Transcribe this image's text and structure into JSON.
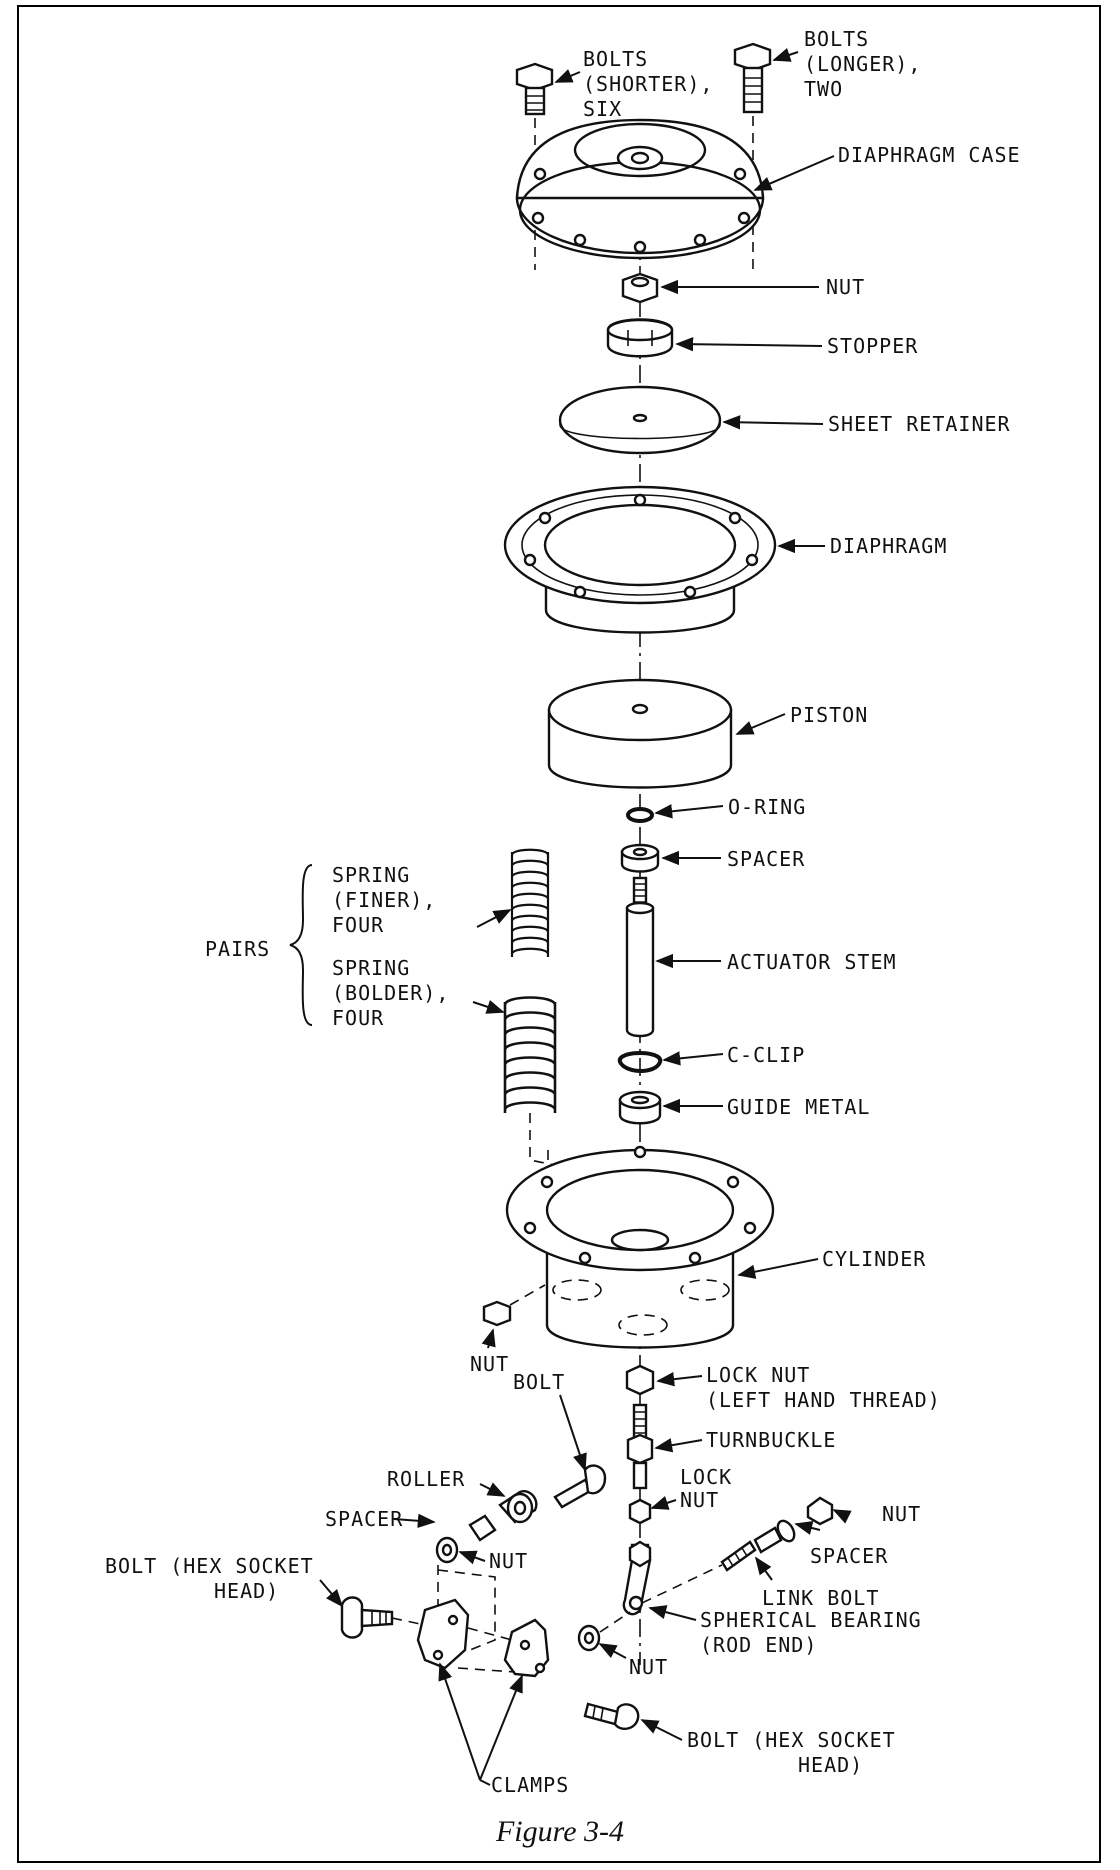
{
  "labels": {
    "bolts_shorter": [
      "BOLTS",
      "(SHORTER),",
      "SIX"
    ],
    "bolts_longer": [
      "BOLTS",
      "(LONGER),",
      "TWO"
    ],
    "diaphragm_case": "DIAPHRAGM CASE",
    "nut_top": "NUT",
    "stopper": "STOPPER",
    "sheet_retainer": "SHEET RETAINER",
    "diaphragm": "DIAPHRAGM",
    "piston": "PISTON",
    "o_ring": "O-RING",
    "spacer_mid": "SPACER",
    "spring_finer": [
      "SPRING",
      "(FINER),",
      "FOUR"
    ],
    "spring_bolder": [
      "SPRING",
      "(BOLDER),",
      "FOUR"
    ],
    "pairs": "PAIRS",
    "actuator_stem": "ACTUATOR STEM",
    "c_clip": "C-CLIP",
    "guide_metal": "GUIDE METAL",
    "cylinder": "CYLINDER",
    "nut_left": "NUT",
    "lock_nut_left": [
      "LOCK NUT",
      "(LEFT HAND THREAD)"
    ],
    "turnbuckle": "TURNBUCKLE",
    "lock_nut": [
      "LOCK",
      "NUT"
    ],
    "bolt": "BOLT",
    "roller": "ROLLER",
    "spacer_left": "SPACER",
    "nut_left2": "NUT",
    "bolt_hex_left": [
      "BOLT (HEX SOCKET",
      "HEAD)"
    ],
    "nut_right": "NUT",
    "spacer_right": "SPACER",
    "link_bolt": "LINK BOLT",
    "nut_bottom": "NUT",
    "spherical_bearing": [
      "SPHERICAL BEARING",
      "(ROD END)"
    ],
    "bolt_hex_right": [
      "BOLT (HEX SOCKET",
      "HEAD)"
    ],
    "clamps": "CLAMPS"
  },
  "caption": "Figure 3-4"
}
